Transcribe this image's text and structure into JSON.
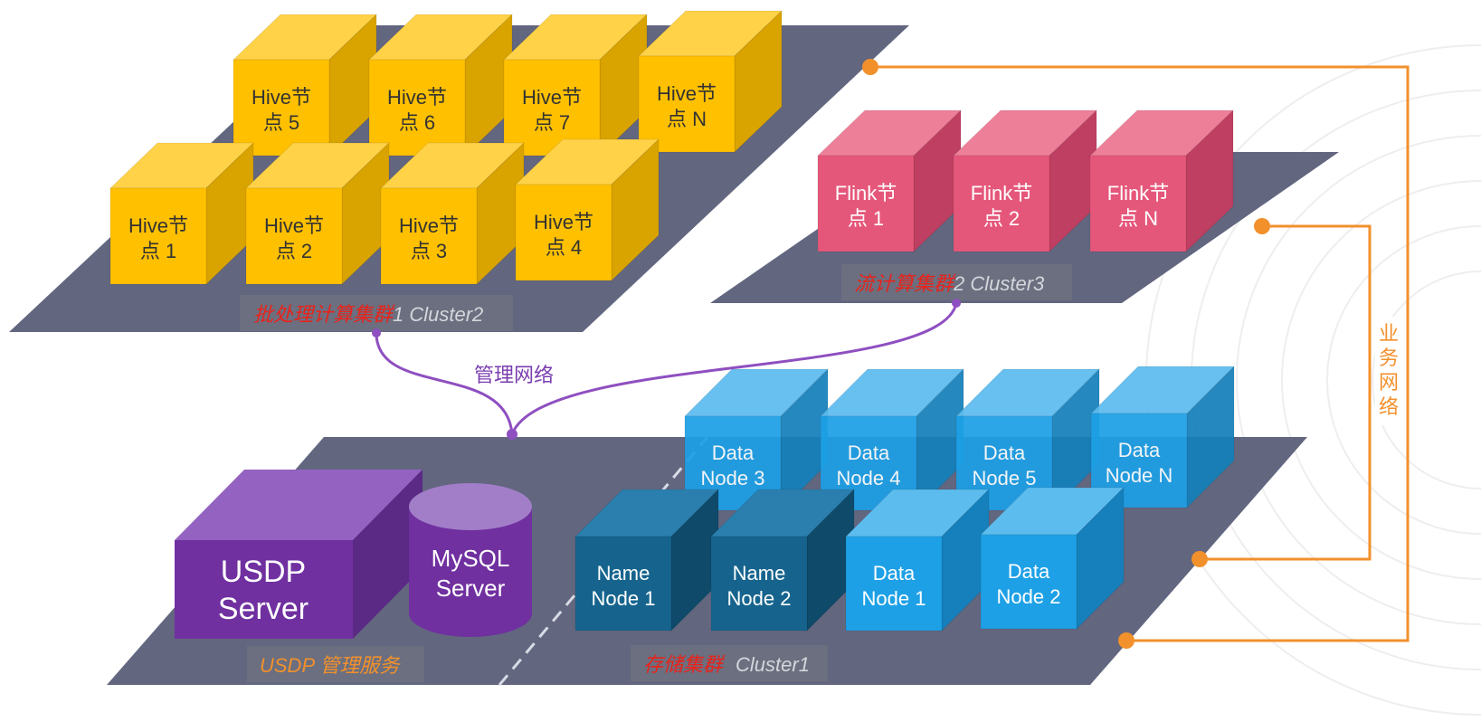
{
  "clusters": {
    "batch": {
      "caption_red": "批处理计算集群",
      "caption_gray": "1  Cluster2",
      "nodes": [
        [
          "Hive节",
          "点 5"
        ],
        [
          "Hive节",
          "点 6"
        ],
        [
          "Hive节",
          "点 7"
        ],
        [
          "Hive节",
          "点 N"
        ],
        [
          "Hive节",
          "点 1"
        ],
        [
          "Hive节",
          "点 2"
        ],
        [
          "Hive节",
          "点 3"
        ],
        [
          "Hive节",
          "点 4"
        ]
      ]
    },
    "stream": {
      "caption_red": "流计算集群",
      "caption_gray": "2  Cluster3",
      "nodes": [
        [
          "Flink节",
          "点 1"
        ],
        [
          "Flink节",
          "点 2"
        ],
        [
          "Flink节",
          "点 N"
        ]
      ]
    },
    "storage": {
      "caption_red": "存储集群",
      "caption_gray": "Cluster1",
      "nodes": [
        [
          "Data",
          "Node 3"
        ],
        [
          "Data",
          "Node 4"
        ],
        [
          "Data",
          "Node 5"
        ],
        [
          "Data",
          "Node N"
        ],
        [
          "Name",
          "Node 1"
        ],
        [
          "Name",
          "Node 2"
        ],
        [
          "Data",
          "Node 1"
        ],
        [
          "Data",
          "Node 2"
        ]
      ]
    },
    "usdp": {
      "caption": "USDP 管理服务",
      "server": [
        "USDP",
        "Server"
      ],
      "mysql": [
        "MySQL",
        "Server"
      ]
    }
  },
  "networks": {
    "management": "管理网络",
    "business": [
      "业",
      "务",
      "网",
      "络"
    ]
  },
  "colors": {
    "platform": "#5a5e78",
    "hive_front": "#ffc000",
    "flink_front": "#e5577a",
    "data_front": "#1ea0e6",
    "name_front": "#16648e",
    "usdp_front": "#7030a0",
    "business_line": "#f2902c",
    "management_line": "#8e4fc0"
  }
}
